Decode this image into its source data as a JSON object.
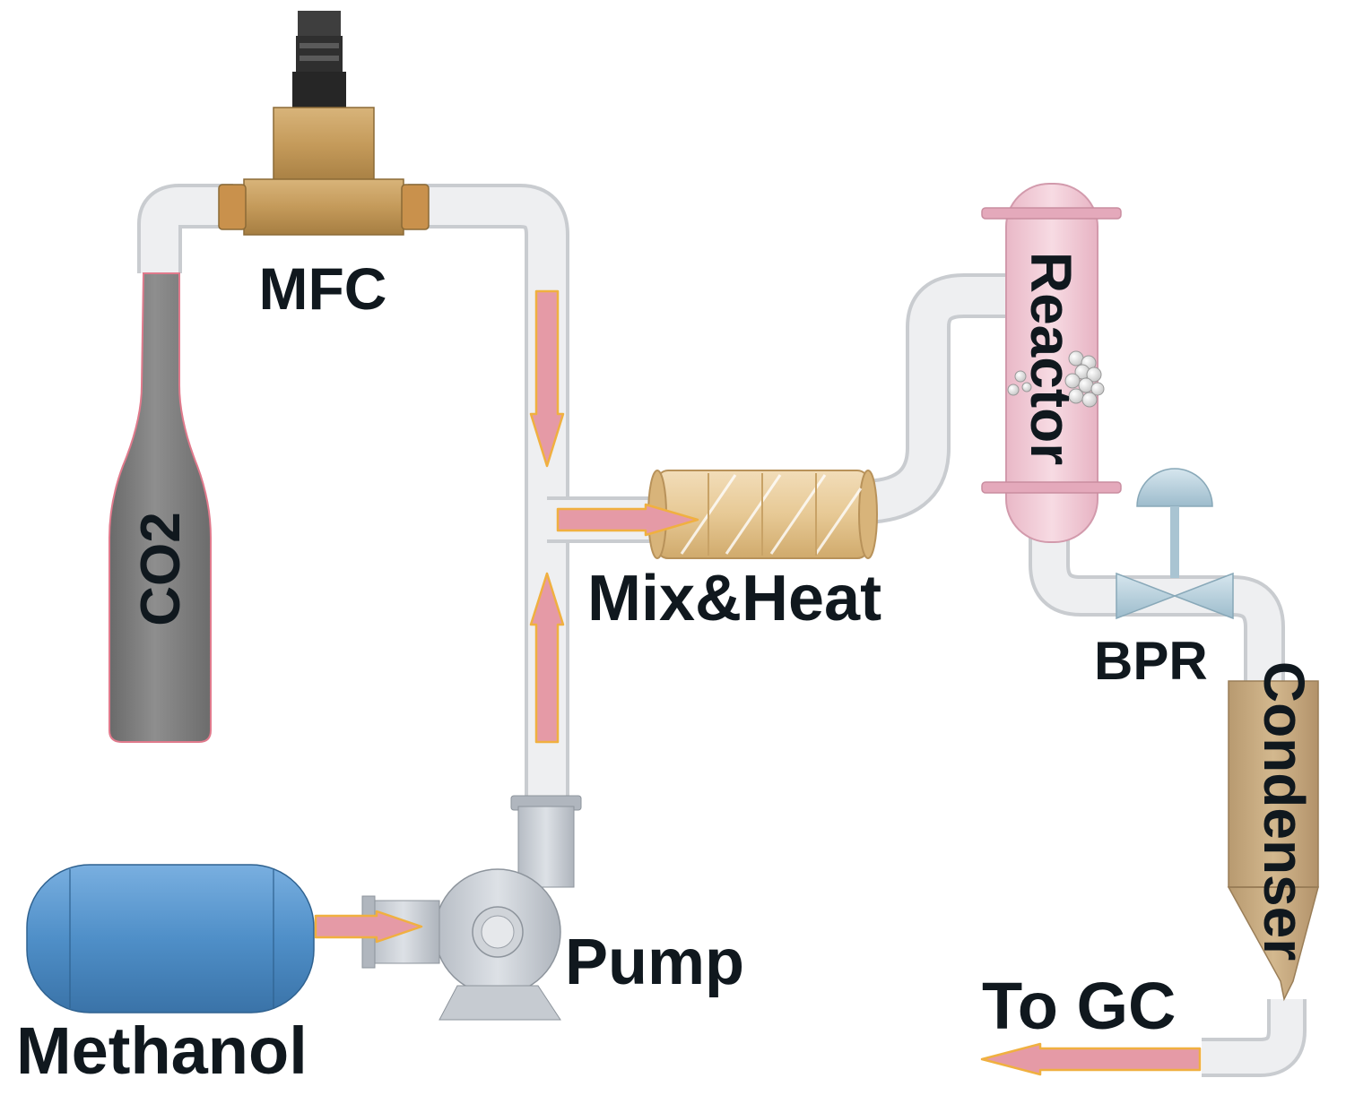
{
  "labels": {
    "mfc": "MFC",
    "co2": "CO2",
    "mix_heat": "Mix&Heat",
    "reactor": "Reactor",
    "bpr": "BPR",
    "condenser": "Condenser",
    "pump": "Pump",
    "methanol": "Methanol",
    "to_gc": "To GC"
  },
  "colors": {
    "pipe": "#eeeff1",
    "pipe_edge": "#c9ccd0",
    "arrow_fill": "#e59aa6",
    "arrow_edge": "#f0b040",
    "cylinder": "#7f7f7f",
    "cylinder_edge": "#e07a8c",
    "mfc_body": "#c8a266",
    "reactor": "#f1c7d3",
    "heater": "#e9cfa3",
    "condenser": "#c4a77e",
    "tank": "#4f8fc8",
    "pump": "#c9cdd3",
    "valve": "#b4d0de",
    "text": "#10181e"
  },
  "icons": [
    "co2-cylinder-icon",
    "mass-flow-controller-icon",
    "mixer-heater-icon",
    "reactor-icon",
    "back-pressure-valve-icon",
    "condenser-icon",
    "pump-icon",
    "methanol-tank-icon",
    "flow-arrow-icon"
  ]
}
